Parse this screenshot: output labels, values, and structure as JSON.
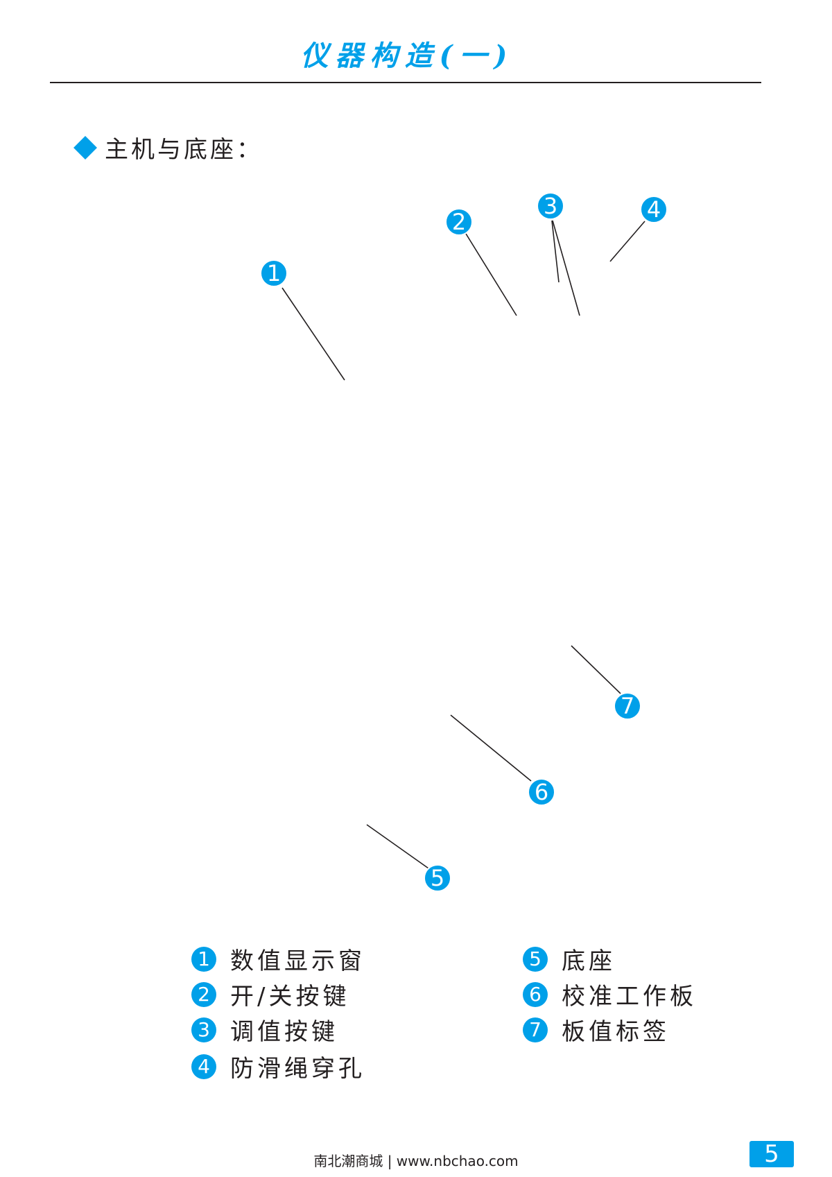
{
  "header": {
    "title": "仪器构造(一)"
  },
  "section": {
    "heading": "主机与底座："
  },
  "callouts": {
    "c1": "1",
    "c2": "2",
    "c3": "3",
    "c4": "4",
    "c5": "5",
    "c6": "6",
    "c7": "7"
  },
  "legend": [
    {
      "num": "1",
      "label": "数值显示窗"
    },
    {
      "num": "2",
      "label": "开/关按键"
    },
    {
      "num": "3",
      "label": "调值按键"
    },
    {
      "num": "4",
      "label": "防滑绳穿孔"
    },
    {
      "num": "5",
      "label": "底座"
    },
    {
      "num": "6",
      "label": "校准工作板"
    },
    {
      "num": "7",
      "label": "板值标签"
    }
  ],
  "footer": {
    "source": "南北潮商城 | www.nbchao.com",
    "page_number": "5"
  },
  "colors": {
    "accent": "#00a0e9",
    "text": "#231f20"
  }
}
